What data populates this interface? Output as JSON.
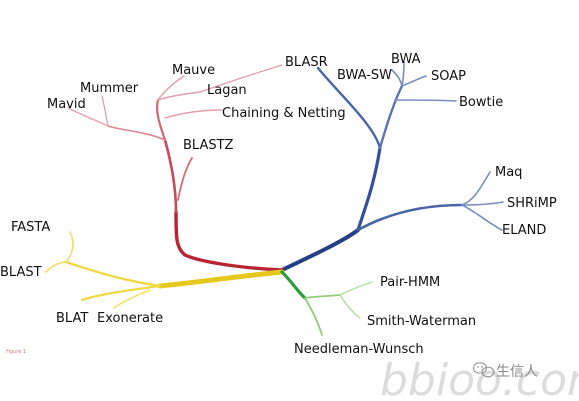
{
  "labels": {
    "blasr": "BLASR",
    "bwa": "BWA",
    "bwa_sw": "BWA-SW",
    "soap": "SOAP",
    "bowtie": "Bowtie",
    "maq": "Maq",
    "shrimp": "SHRiMP",
    "eland": "ELAND",
    "mauve": "Mauve",
    "mummer": "Mummer",
    "lagan": "Lagan",
    "mavid": "Mavid",
    "chaining": "Chaining & Netting",
    "blastz": "BLASTZ",
    "fasta": "FASTA",
    "blast": "BLAST",
    "blat": "BLAT",
    "exonerate": "Exonerate",
    "pair_hmm": "Pair-HMM",
    "smith_waterman": "Smith-Waterman",
    "needleman": "Needleman-Wunsch"
  },
  "colors": {
    "blue_clade": "#3d5a98",
    "red_clade": "#c0303a",
    "yellow_clade": "#ecd431",
    "green_clade": "#4aa843",
    "text": "#111111"
  },
  "corner_text": "Figure 1",
  "watermark": {
    "domain": "bbioo.com",
    "account": "生信人"
  }
}
